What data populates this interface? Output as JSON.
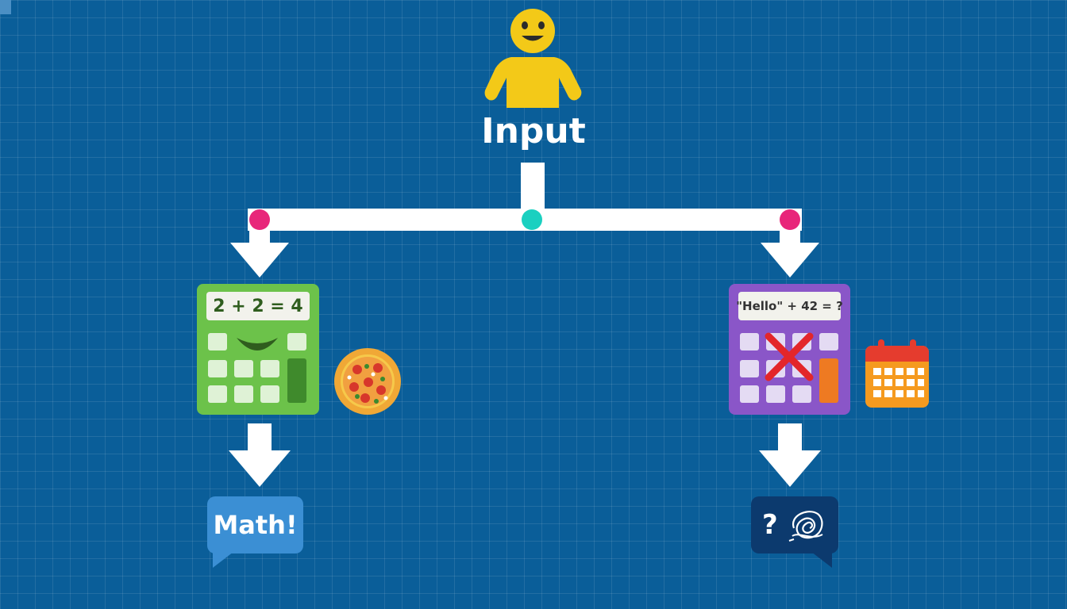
{
  "input": {
    "label": "Input",
    "icon": "person-smiling-icon"
  },
  "left_branch": {
    "calculator_display": "2 + 2 = 4",
    "calculator_color": "#6cc24a",
    "side_icon": "pizza-icon",
    "result_label": "Math!",
    "result_color": "#3b8fd4"
  },
  "right_branch": {
    "calculator_display": "\"Hello\" + 42 = ?",
    "calculator_color": "#8a56c8",
    "side_icon": "calendar-icon",
    "result_label": "?",
    "result_color": "#0c3a6e",
    "error_icon": "red-x-icon"
  },
  "colors": {
    "background": "#0a5e99",
    "connector": "#ffffff",
    "node_pink": "#e8267a",
    "node_teal": "#1ad0c0"
  }
}
